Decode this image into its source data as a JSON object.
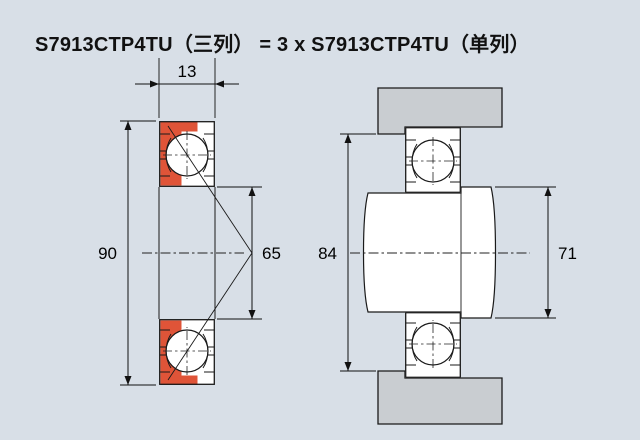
{
  "title": "S7913CTP4TU（三列） = 3 x S7913CTP4TU（单列）",
  "dimensions": {
    "width": "13",
    "outer_diameter": "90",
    "bore_diameter": "65",
    "housing_shoulder_diameter": "84",
    "shaft_shoulder_diameter": "71"
  },
  "colors": {
    "background": "#d8dfe7",
    "cage_orange": "#df5438",
    "housing_gray": "#c9cdd1",
    "section_white": "#ffffff"
  }
}
